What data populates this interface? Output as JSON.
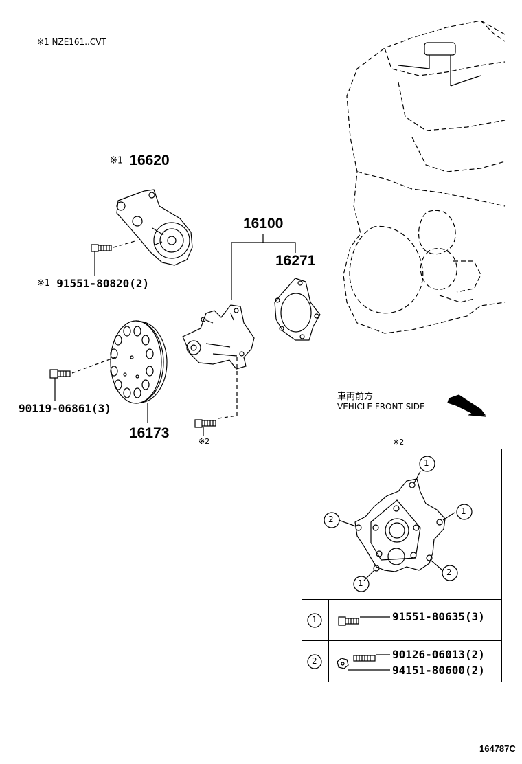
{
  "header_note": "※1 NZE161..CVT",
  "parts": {
    "tensioner": {
      "mark": "※1",
      "number": "16620"
    },
    "tensioner_bolt": {
      "mark": "※1",
      "number": "91551-80820(2)"
    },
    "water_pump_assy": {
      "number": "16100"
    },
    "gasket": {
      "number": "16271"
    },
    "pulley": {
      "number": "16173"
    },
    "pulley_bolt": {
      "number": "90119-06861(3)"
    },
    "pump_bolt_note": {
      "mark": "※2"
    }
  },
  "direction": {
    "jp": "車両前方",
    "en": "VEHICLE FRONT SIDE",
    "icon": "arrow-down-right-icon"
  },
  "detail": {
    "title": "※2",
    "callouts": [
      "1",
      "2",
      "1",
      "2",
      "1"
    ],
    "rows": [
      {
        "key": "1",
        "items": [
          "91551-80635(3)"
        ]
      },
      {
        "key": "2",
        "items": [
          "90126-06013(2)",
          "94151-80600(2)"
        ]
      }
    ]
  },
  "diagram_id": "164787C"
}
